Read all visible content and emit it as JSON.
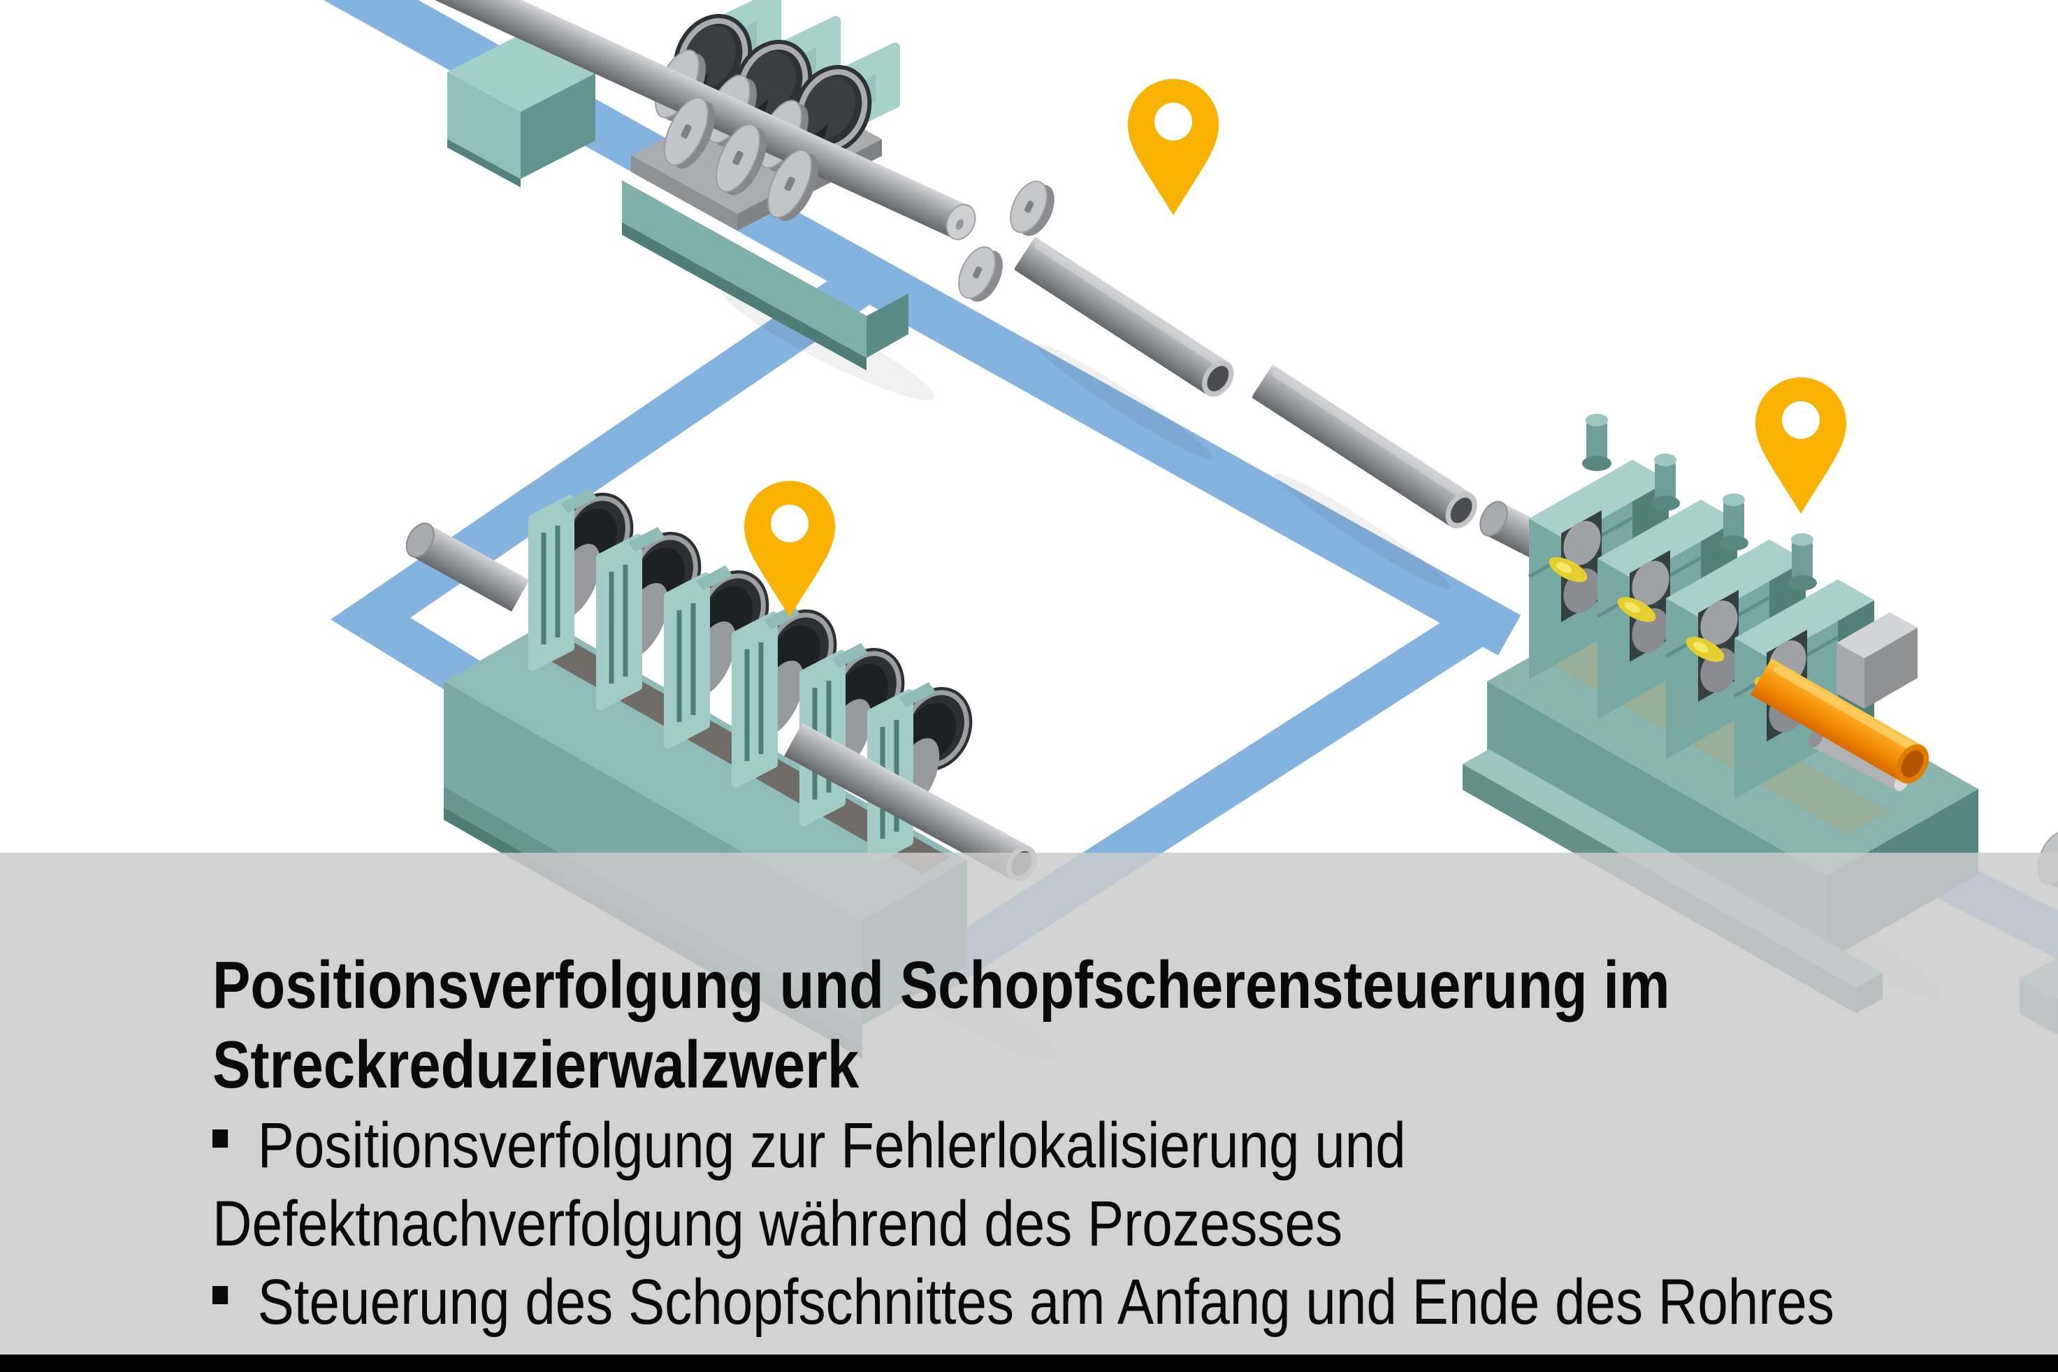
{
  "slide": {
    "title_line1": "Positionsverfolgung und Schopfscherensteuerung im",
    "title_line2": "Streckreduzierwalzwerk",
    "bullet1_line1": "Positionsverfolgung zur Fehlerlokalisierung und",
    "bullet1_line2": "Defektnachverfolgung während des Prozesses",
    "bullet2_line1": "Steuerung des Schopfschnittes am Anfang und Ende des Rohres"
  },
  "scene": {
    "background_color": "#FFFFFF",
    "conveyor_path_color": "#84B3E0",
    "pin_icon": "location-pin",
    "pin_count": 3,
    "pin_color": "#F9B200",
    "machine_teal_color": "#79A9A3",
    "machine_teal_light": "#A9D2CC",
    "machine_teal_dark": "#5C8D87",
    "pipe_gray_color": "#96989B",
    "glowing_tube_color": "#F59300",
    "roller_dark_color": "#2F3234",
    "roller_glow_color": "#E4CF2F"
  },
  "overlay": {
    "background_color": "#CCCCCC",
    "text_color": "#0A0A0A",
    "bullet_marker": "square",
    "footer_bar_color": "#000000"
  }
}
